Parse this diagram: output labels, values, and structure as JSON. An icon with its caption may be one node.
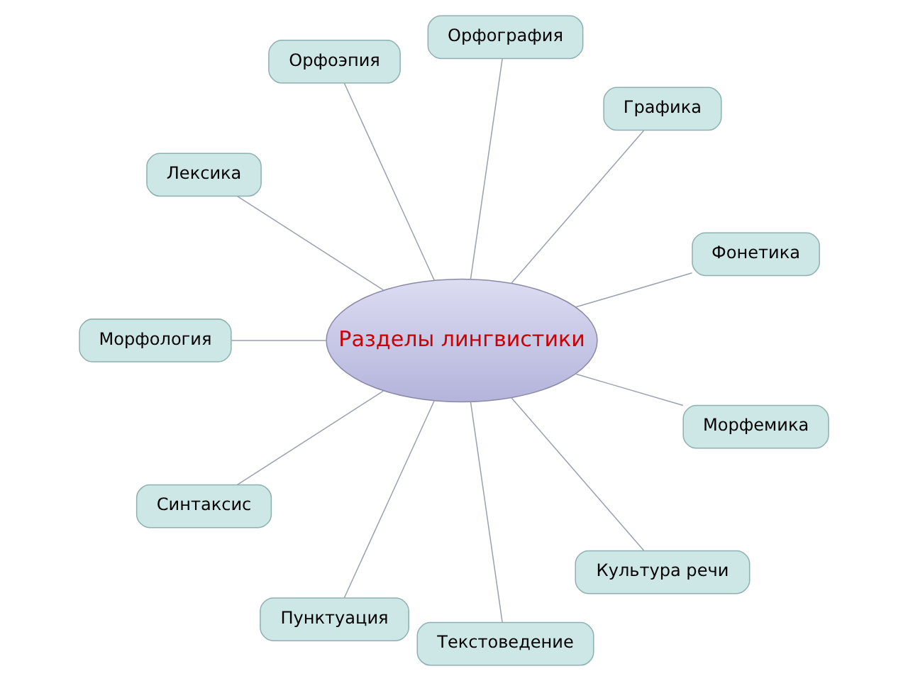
{
  "diagram": {
    "nodes": [
      {
        "text": [
          "Разделы лингвистики"
        ]
      },
      {
        "text": [
          "Фонетика"
        ]
      },
      {
        "text": [
          "Графика"
        ]
      },
      {
        "text": [
          "Орфография"
        ]
      },
      {
        "text": [
          "Орфоэпия"
        ]
      },
      {
        "text": [
          "Лексика"
        ]
      },
      {
        "text": [
          "Морфология"
        ]
      },
      {
        "text": [
          "Синтаксис"
        ]
      },
      {
        "text": [
          "Пунктуация"
        ]
      },
      {
        "text": [
          "Текстоведение"
        ]
      },
      {
        "text": [
          "Культура речи"
        ]
      },
      {
        "text": [
          "Морфемика"
        ]
      }
    ],
    "edges": [
      {
        "from": 0,
        "to": 1,
        "arrow": "none"
      },
      {
        "from": 0,
        "to": 2,
        "arrow": "none"
      },
      {
        "from": 0,
        "to": 3,
        "arrow": "none"
      },
      {
        "from": 0,
        "to": 4,
        "arrow": "none"
      },
      {
        "from": 0,
        "to": 5,
        "arrow": "none"
      },
      {
        "from": 0,
        "to": 6,
        "arrow": "none"
      },
      {
        "from": 0,
        "to": 7,
        "arrow": "none"
      },
      {
        "from": 0,
        "to": 8,
        "arrow": "none"
      },
      {
        "from": 0,
        "to": 9,
        "arrow": "none"
      },
      {
        "from": 0,
        "to": 10,
        "arrow": "none"
      },
      {
        "from": 0,
        "to": 11,
        "arrow": "none"
      }
    ]
  }
}
